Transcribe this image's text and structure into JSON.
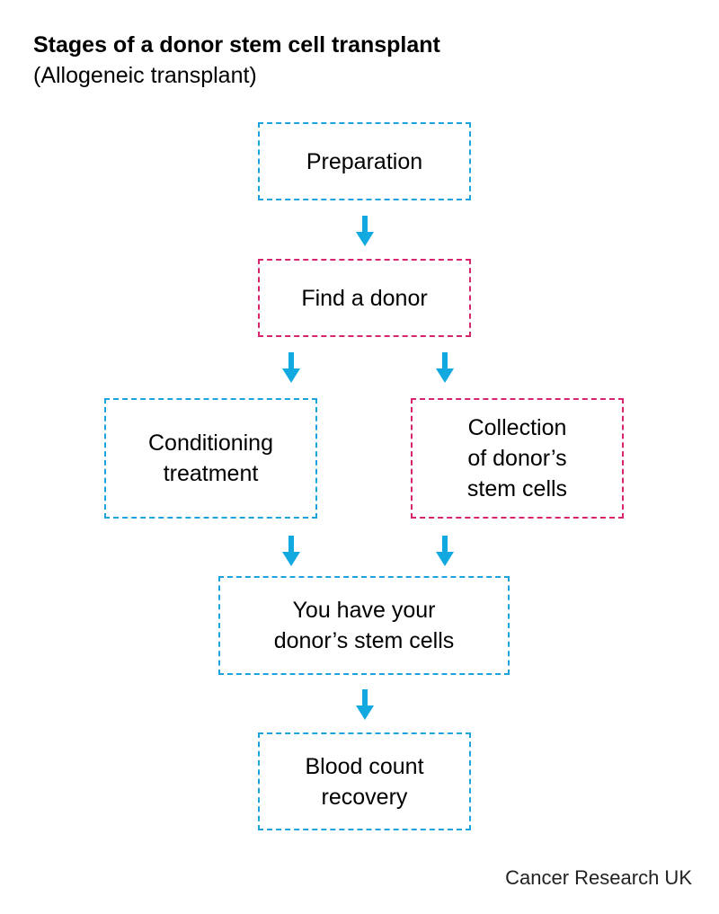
{
  "header": {
    "title": "Stages of a donor stem cell transplant",
    "subtitle": "(Allogeneic transplant)"
  },
  "steps": {
    "preparation": "Preparation",
    "find_donor": "Find a donor",
    "conditioning": "Conditioning\ntreatment",
    "collection": "Collection\nof donor’s\nstem cells",
    "receive_cells": "You have your\ndonor’s stem cells",
    "recovery": "Blood count\nrecovery"
  },
  "footer": {
    "credit": "Cancer Research UK"
  },
  "colors": {
    "blue": "#1aa3dc",
    "pink": "#d6246e",
    "arrow": "#12a8e0"
  }
}
